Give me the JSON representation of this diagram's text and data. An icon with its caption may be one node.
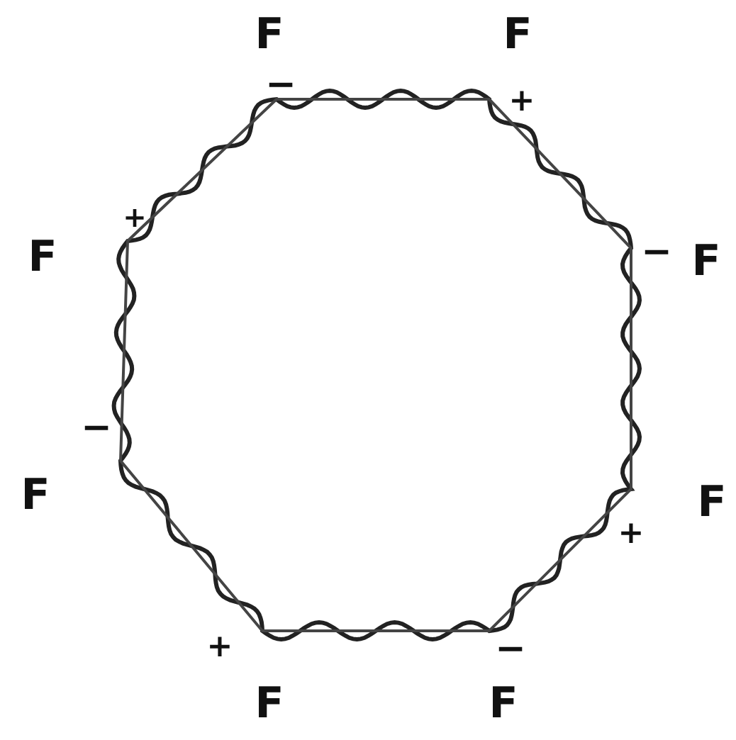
{
  "diagram": {
    "labels": [
      "F",
      "F",
      "−",
      "+",
      "+",
      "F",
      "−",
      "F",
      "−",
      "F",
      "F",
      "+",
      "+",
      "−",
      "F",
      "F"
    ]
  }
}
